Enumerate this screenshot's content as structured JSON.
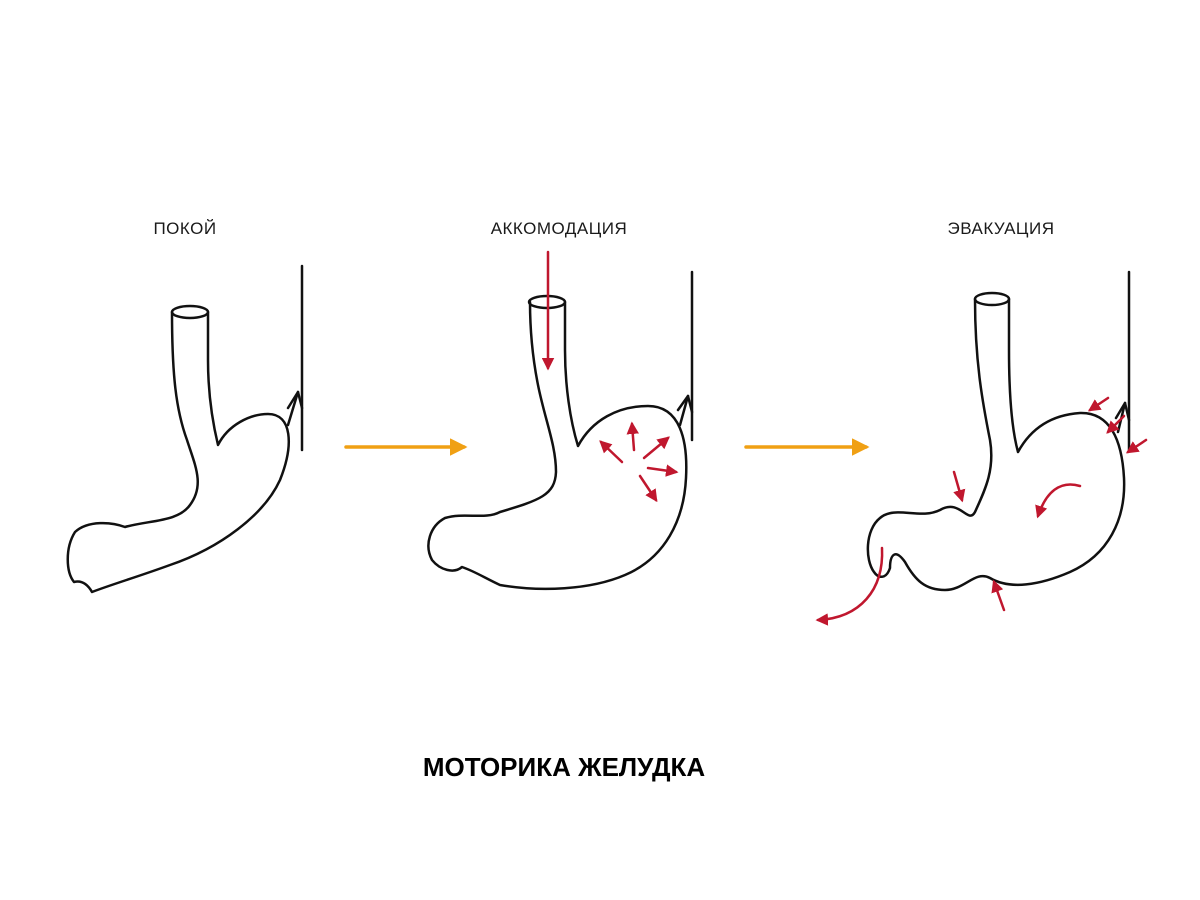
{
  "title": "МОТОРИКА ЖЕЛУДКА",
  "stages": [
    {
      "label": "ПОКОЙ"
    },
    {
      "label": "АККОМОДАЦИЯ"
    },
    {
      "label": "ЭВАКУАЦИЯ"
    }
  ],
  "colors": {
    "outline": "#111111",
    "motion_arrow": "#c0172e",
    "transition_arrow": "#f0a014",
    "background": "#ffffff"
  }
}
